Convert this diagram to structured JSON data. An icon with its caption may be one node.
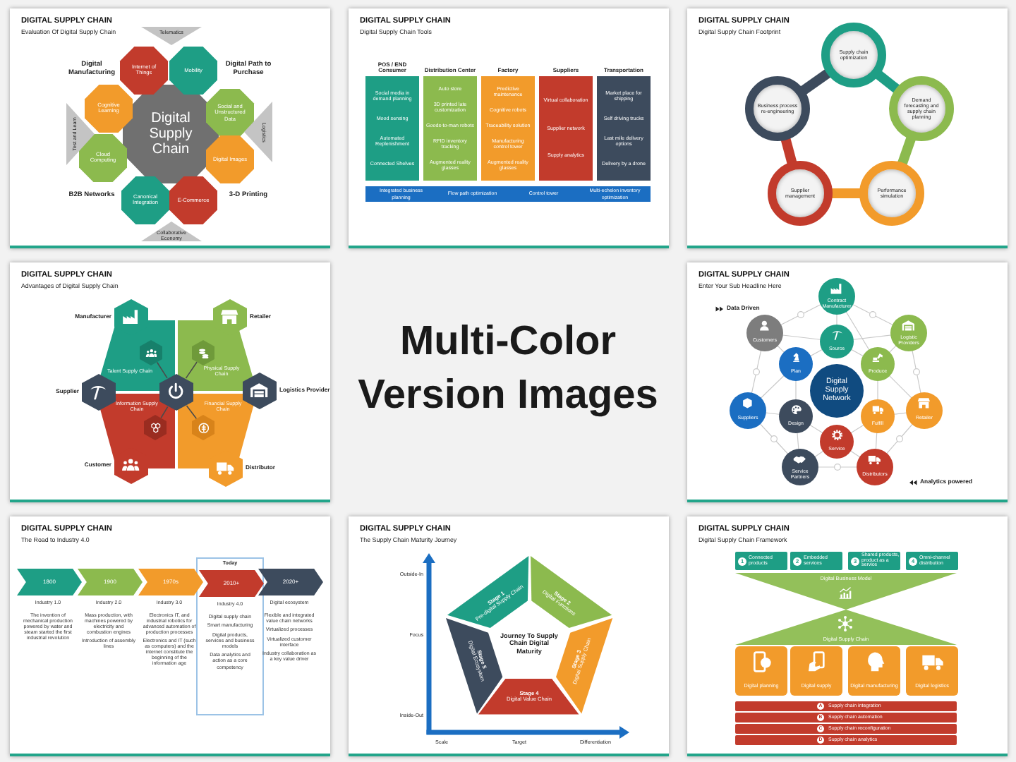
{
  "diagram": {
    "title": "Multi-Color Version Images",
    "nodes": [
      {
        "text": [
          "DIGITAL SUPPLY CHAIN",
          "Evaluation Of Digital Supply Chain"
        ]
      },
      {
        "text": [
          "Digital Supply Chain"
        ],
        "in": 0
      },
      {
        "text": [
          "Internet of Things"
        ],
        "in": 0
      },
      {
        "text": [
          "Mobility"
        ],
        "in": 0
      },
      {
        "text": [
          "Social and Unstructured Data"
        ],
        "in": 0
      },
      {
        "text": [
          "Digital Images"
        ],
        "in": 0
      },
      {
        "text": [
          "E-Commerce"
        ],
        "in": 0
      },
      {
        "text": [
          "Canonical Integration"
        ],
        "in": 0
      },
      {
        "text": [
          "Cloud Computing"
        ],
        "in": 0
      },
      {
        "text": [
          "Cognitive Learning"
        ],
        "in": 0
      },
      {
        "text": [
          "Telematics"
        ],
        "in": 0
      },
      {
        "text": [
          "Test and Learn"
        ],
        "in": 0
      },
      {
        "text": [
          "Logistics"
        ],
        "in": 0
      },
      {
        "text": [
          "Collaborative Economy"
        ],
        "in": 0
      },
      {
        "text": [
          "DIGITAL SUPPLY CHAIN",
          "Digital Supply Chain Tools"
        ]
      },
      {
        "text": [
          "POS / END Consumer",
          "Social media in demand planning",
          "Mood sensing",
          "Automated Replenishment",
          "Connected Shelves"
        ],
        "in": 14
      },
      {
        "text": [
          "Distribution Center",
          "Auto store",
          "3D printed late customization",
          "Goods-to-man robots",
          "RFID inventory tracking",
          "Augmented reality glasses"
        ],
        "in": 14
      },
      {
        "text": [
          "Factory",
          "Predictive maintenance",
          "Cognitive robots",
          "Traceability solution",
          "Manufacturing control tower",
          "Augmented reality glasses"
        ],
        "in": 14
      },
      {
        "text": [
          "Suppliers",
          "Virtual collaboration",
          "Supplier network",
          "Supply analytics"
        ],
        "in": 14
      },
      {
        "text": [
          "Transportation",
          "Market place for shipping",
          "Self driving trucks",
          "Last mile delivery options",
          "Delivery by a drone"
        ],
        "in": 14
      },
      {
        "text": [
          "Integrated business planning",
          "Flow path optimization",
          "Control tower",
          "Multi-echelon inventory optimization"
        ],
        "in": 14
      },
      {
        "text": [
          "DIGITAL SUPPLY CHAIN",
          "Digital Supply Chain Footprint"
        ]
      },
      {
        "text": [
          "Supply chain optimization"
        ],
        "in": 21
      },
      {
        "text": [
          "Demand forecasting and supply chain planning"
        ],
        "in": 21
      },
      {
        "text": [
          "Performance simulation"
        ],
        "in": 21
      },
      {
        "text": [
          "Supplier management"
        ],
        "in": 21
      },
      {
        "text": [
          "Business process re-engineering"
        ],
        "in": 21
      },
      {
        "text": [
          "DIGITAL SUPPLY CHAIN",
          "Advantages of Digital Supply Chain"
        ]
      },
      {
        "text": [
          "Talent Supply Chain"
        ],
        "in": 27
      },
      {
        "text": [
          "Physical Supply Chain"
        ],
        "in": 27
      },
      {
        "text": [
          "Information Supply Chain"
        ],
        "in": 27
      },
      {
        "text": [
          "Financial Supply Chain"
        ],
        "in": 27
      },
      {
        "text": [],
        "shape": "hexagon",
        "in": 28
      },
      {
        "text": [],
        "shape": "hexagon",
        "in": 29
      },
      {
        "text": [],
        "shape": "hexagon",
        "in": 30
      },
      {
        "text": [],
        "shape": "hexagon",
        "in": 31
      },
      {
        "text": [],
        "shape": "hexagon",
        "in": 27
      },
      {
        "text": [],
        "shape": "hexagon",
        "in": 27,
        "beside": [
          "Manufacturer"
        ]
      },
      {
        "text": [],
        "shape": "hexagon",
        "in": 27,
        "beside": [
          "Retailer"
        ]
      },
      {
        "text": [],
        "shape": "hexagon",
        "in": 27,
        "beside": [
          "Supplier"
        ]
      },
      {
        "text": [],
        "shape": "hexagon",
        "in": 27,
        "beside": [
          "Logistics Provider"
        ]
      },
      {
        "text": [],
        "shape": "hexagon",
        "in": 27,
        "beside": [
          "Customer"
        ]
      },
      {
        "text": [],
        "shape": "hexagon",
        "in": 27,
        "beside": [
          "Distributor"
        ]
      },
      {
        "text": [
          "DIGITAL SUPPLY CHAIN",
          "Enter Your Sub Headline Here"
        ]
      },
      {
        "text": [
          "Digital Supply Network"
        ],
        "in": 43
      },
      {
        "text": [
          "Source"
        ],
        "in": 43
      },
      {
        "text": [
          "Plan"
        ],
        "in": 43
      },
      {
        "text": [
          "Produce"
        ],
        "in": 43
      },
      {
        "text": [
          "Design"
        ],
        "in": 43
      },
      {
        "text": [
          "Fulfill"
        ],
        "in": 43
      },
      {
        "text": [
          "Service"
        ],
        "in": 43
      },
      {
        "text": [
          "Contract Manufacturer"
        ],
        "in": 43
      },
      {
        "text": [
          "Customers"
        ],
        "in": 43
      },
      {
        "text": [
          "Logistic Providers"
        ],
        "in": 43
      },
      {
        "text": [
          "Suppliers"
        ],
        "in": 43
      },
      {
        "text": [
          "Retailer"
        ],
        "in": 43
      },
      {
        "text": [
          "Service Partners"
        ],
        "in": 43
      },
      {
        "text": [
          "Distributors"
        ],
        "in": 43
      },
      {
        "text": [
          "DIGITAL SUPPLY CHAIN",
          "The Road to Industry 4.0"
        ]
      },
      {
        "text": [
          "Today"
        ],
        "in": 58
      },
      {
        "text": [
          "1800"
        ],
        "in": 58,
        "beside": [
          "Industry 1.0",
          "The invention of mechanical production powered by water and steam started the first industrial revolution"
        ]
      },
      {
        "text": [
          "1900"
        ],
        "in": 58,
        "beside": [
          "Industry 2.0",
          "Mass production, with machines powered by electricity and combustion engines",
          "Introduction of assembly lines"
        ]
      },
      {
        "text": [
          "1970s"
        ],
        "in": 58,
        "beside": [
          "Industry 3.0",
          "Electronics IT, and industrial robotics for advanced automation of production processes",
          "Electronics and IT (such as computers) and the internet constitute the beginning of the information age"
        ]
      },
      {
        "text": [
          "2010+"
        ],
        "in": 59,
        "beside": [
          "Industry 4.0",
          "Digital supply chain",
          "Smart manufacturing",
          "Digital products, services and business models",
          "Data analytics and action as a core competency"
        ]
      },
      {
        "text": [
          "2020+"
        ],
        "in": 58,
        "beside": [
          "Digital ecosystem",
          "Flexible and integrated value chain networks",
          "Virtualized processes",
          "Virtualized customer interface",
          "Industry collaboration as a key value driver"
        ]
      },
      {
        "text": [
          "DIGITAL SUPPLY CHAIN",
          "The Supply Chain Maturity Journey"
        ]
      },
      {
        "text": [
          "Stage 1",
          "Pre-digital Supply Chain"
        ],
        "in": 65
      },
      {
        "text": [
          "Stage 2",
          "Digital Functions"
        ],
        "in": 65
      },
      {
        "text": [
          "Stage 3",
          "Digital Supply Chain"
        ],
        "in": 65
      },
      {
        "text": [
          "Stage 4",
          "Digital Value Chain"
        ],
        "in": 65
      },
      {
        "text": [
          "Stage 5",
          "Digital Ecosystem"
        ],
        "in": 65
      },
      {
        "text": [
          "DIGITAL SUPPLY CHAIN",
          "Digital Supply Chain Framework"
        ]
      },
      {
        "text": [
          "1",
          "Connected products"
        ],
        "in": 71
      },
      {
        "text": [
          "2",
          "Embedded services"
        ],
        "in": 71
      },
      {
        "text": [
          "3",
          "Shared products, product as a service"
        ],
        "in": 71
      },
      {
        "text": [
          "4",
          "Omni-channel distribution"
        ],
        "in": 71
      },
      {
        "text": [
          "Digital Business Model"
        ],
        "in": 71
      },
      {
        "text": [
          "Digital Supply Chain"
        ],
        "in": 71
      },
      {
        "text": [
          "Digital planning"
        ],
        "in": 71
      },
      {
        "text": [
          "Digital supply"
        ],
        "in": 71
      },
      {
        "text": [
          "Digital manufacturing"
        ],
        "in": 71
      },
      {
        "text": [
          "Digital logistics"
        ],
        "in": 71
      },
      {
        "text": [
          "A",
          "Supply chain integration"
        ],
        "in": 71
      },
      {
        "text": [
          "B",
          "Supply chain automation"
        ],
        "in": 71
      },
      {
        "text": [
          "C",
          "Supply chain reconfiguration"
        ],
        "in": 71
      },
      {
        "text": [
          "D",
          "Supply chain analytics"
        ],
        "in": 71
      }
    ],
    "edges": [
      {
        "from": 36,
        "to": 32,
        "arrow": "none"
      },
      {
        "from": 36,
        "to": 33,
        "arrow": "none"
      },
      {
        "from": 36,
        "to": 34,
        "arrow": "none"
      },
      {
        "from": 36,
        "to": 35,
        "arrow": "none"
      }
    ],
    "labels": [
      "Digital Manufacturing",
      "Digital Path to Purchase",
      "B2B Networks",
      "3-D Printing",
      "Data Driven",
      "Analytics powered",
      "Outside-In",
      "Focus",
      "Inside-Out",
      "Scale",
      "Target",
      "Differentiation",
      "Journey To Supply Chain Digital Maturity"
    ]
  }
}
